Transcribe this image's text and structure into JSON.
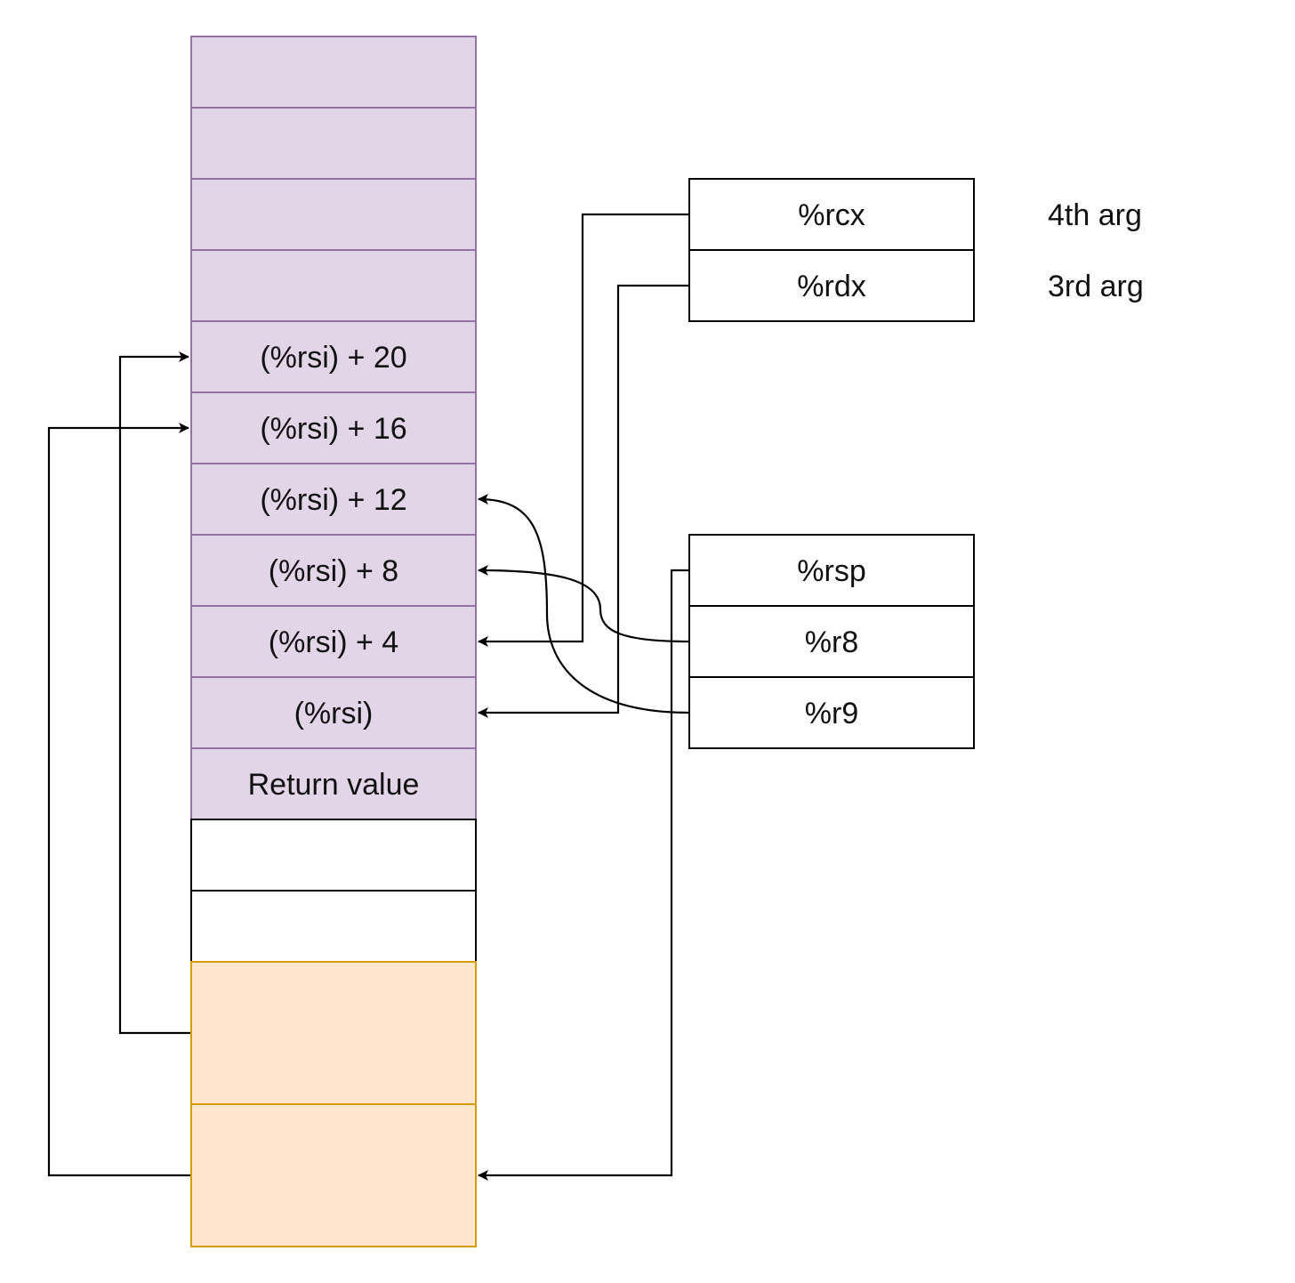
{
  "colors": {
    "stack_fill": "#e1d5e7",
    "stack_stroke": "#9673a6",
    "caller_fill": "#ffe6cc",
    "caller_stroke": "#d79b00",
    "plain_fill": "#ffffff",
    "plain_stroke": "#000000",
    "connector": "#000000"
  },
  "stack": {
    "cells": [
      {
        "label": "",
        "style": "stack"
      },
      {
        "label": "",
        "style": "stack"
      },
      {
        "label": "",
        "style": "stack"
      },
      {
        "label": "",
        "style": "stack"
      },
      {
        "label": "(%rsi) + 20",
        "style": "stack"
      },
      {
        "label": "(%rsi) + 16",
        "style": "stack"
      },
      {
        "label": "(%rsi) + 12",
        "style": "stack"
      },
      {
        "label": "(%rsi) + 8",
        "style": "stack"
      },
      {
        "label": "(%rsi) + 4",
        "style": "stack"
      },
      {
        "label": "(%rsi)",
        "style": "stack"
      },
      {
        "label": "Return value",
        "style": "stack"
      },
      {
        "label": "",
        "style": "plain"
      },
      {
        "label": "",
        "style": "plain"
      },
      {
        "label": "",
        "style": "caller"
      },
      {
        "label": "",
        "style": "caller"
      }
    ]
  },
  "registers_top": [
    {
      "name": "%rcx",
      "note": "4th arg"
    },
    {
      "name": "%rdx",
      "note": "3rd arg"
    }
  ],
  "registers_bottom": [
    {
      "name": "%rsp"
    },
    {
      "name": "%r8"
    },
    {
      "name": "%r9"
    }
  ],
  "connections": [
    {
      "from": "%rcx",
      "to": "(%rsi) + 4",
      "style": "orthogonal"
    },
    {
      "from": "%rdx",
      "to": "(%rsi)",
      "style": "orthogonal"
    },
    {
      "from": "%r8",
      "to": "(%rsi) + 8",
      "style": "curved"
    },
    {
      "from": "%r9",
      "to": "(%rsi) + 12",
      "style": "curved"
    },
    {
      "from": "%rsp",
      "to": "caller cell 2",
      "style": "orthogonal"
    },
    {
      "from": "caller cell 1",
      "to": "(%rsi) + 20",
      "style": "orthogonal"
    },
    {
      "from": "caller cell 2",
      "to": "(%rsi) + 16",
      "style": "orthogonal"
    }
  ]
}
